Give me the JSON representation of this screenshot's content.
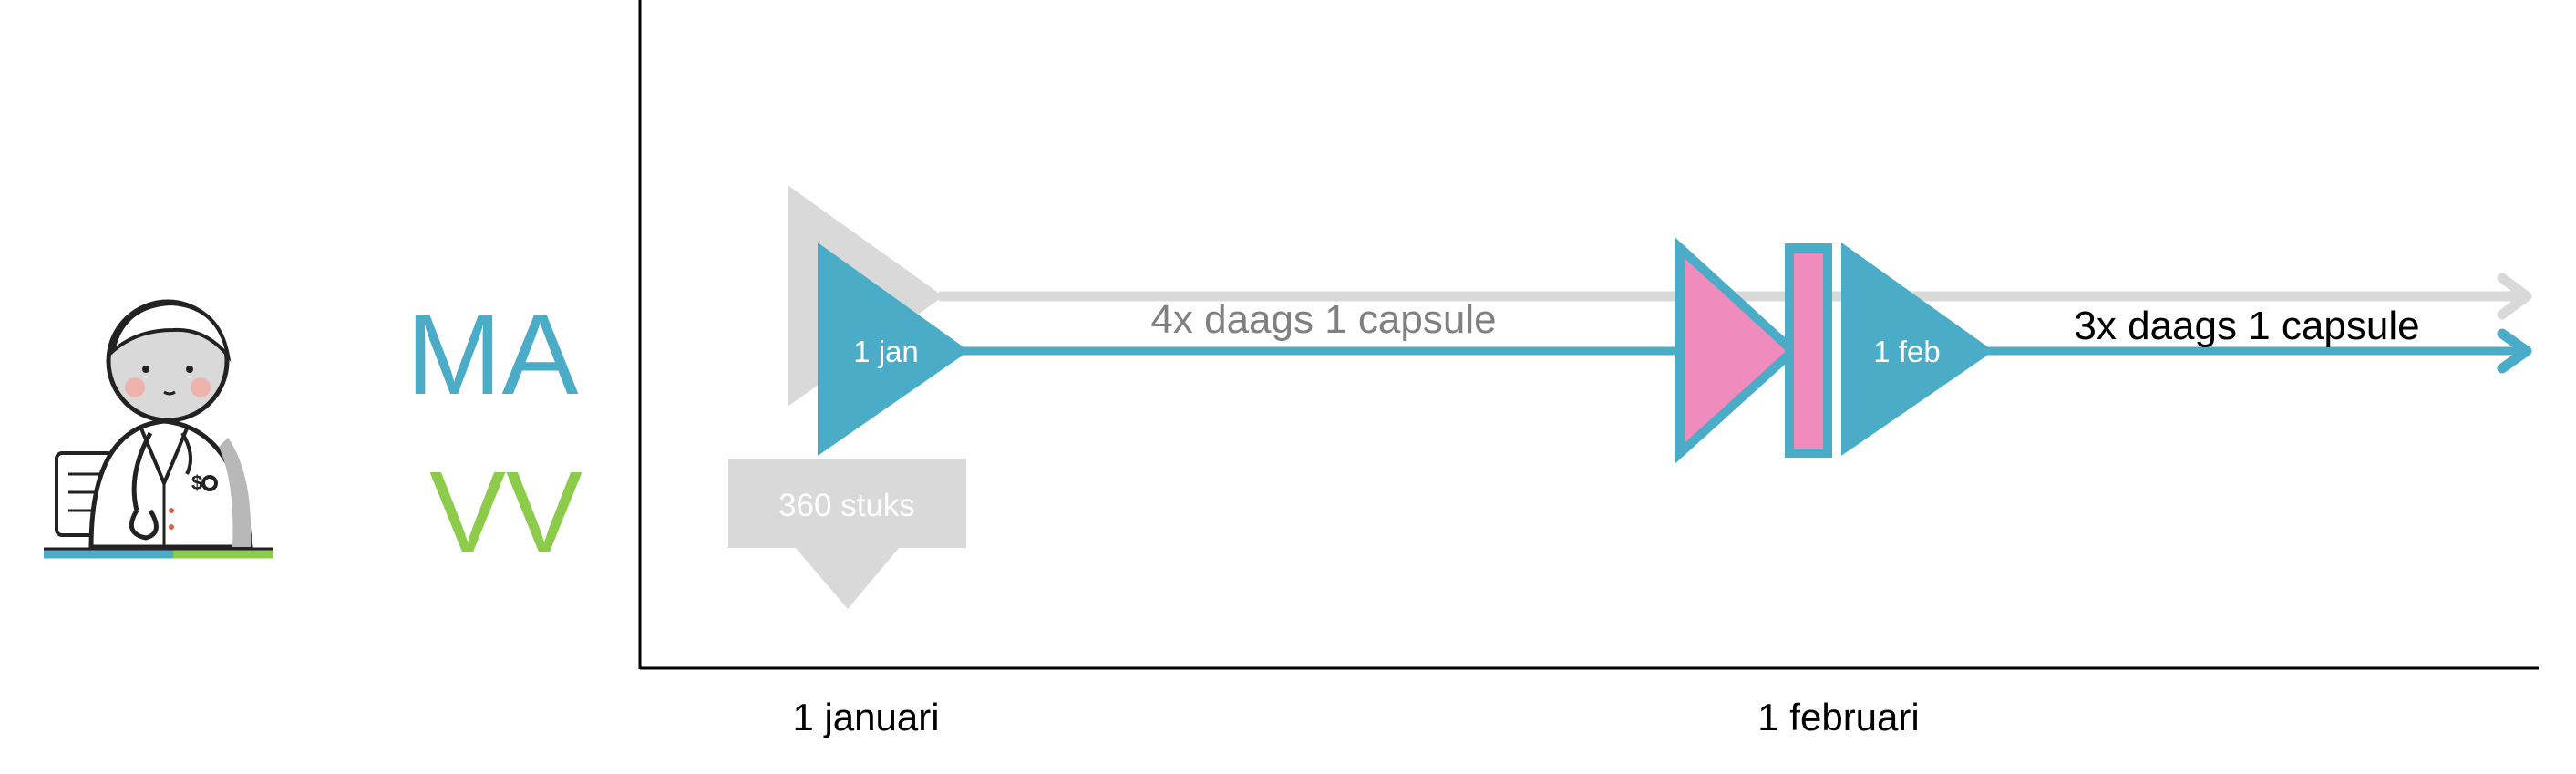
{
  "colors": {
    "ma": "#4aacc6",
    "vv": "#8ccc4a",
    "grey": "#d9d9d9",
    "pink": "#f08bbe",
    "axis": "#000000",
    "label_grey": "#808080"
  },
  "legend": {
    "icon": "doctor-icon",
    "ma_label": "MA",
    "vv_label": "VV"
  },
  "timeline": {
    "start_marker": "1 jan",
    "dispense_label": "360 stuks",
    "dose_before": "4x daags 1 capsule",
    "end_marker": "1 feb",
    "dose_after": "3x daags 1 capsule"
  },
  "axis": {
    "date_start": "1 januari",
    "date_end": "1 februari"
  }
}
